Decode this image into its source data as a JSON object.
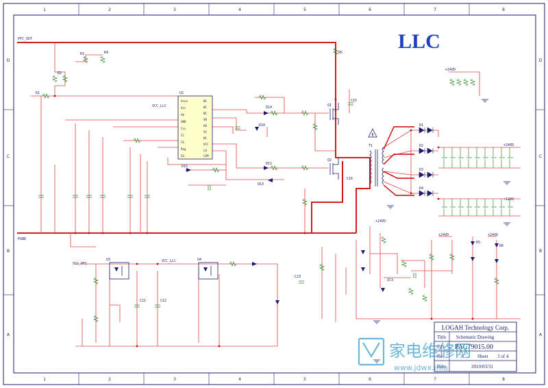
{
  "title": "LLC",
  "border": {
    "columns": [
      "1",
      "2",
      "3",
      "4",
      "5",
      "6",
      "7",
      "8"
    ],
    "rows": [
      "D",
      "C",
      "B",
      "A"
    ]
  },
  "net_labels": {
    "pfc_out": "PFC_OUT",
    "pgnd": "PGND",
    "vcc_ic": "VCC_LLC",
    "vcc_pfc": "VCC_PFC",
    "vcc_llc2": "VCC_LLC",
    "plus24v": "+24VD",
    "plus12v": "+12VD"
  },
  "ic": {
    "ref": "U2",
    "pins_left": [
      "Vsen",
      "Vcc",
      "Vb",
      "GND",
      "Css",
      "CC",
      "CS",
      "Reg",
      "SS"
    ],
    "pins_right": [
      "NC",
      "NC",
      "NC",
      "VB",
      "HO",
      "VS",
      "NC",
      "VCC",
      "LO",
      "COM"
    ]
  },
  "components": {
    "q1": "Q1",
    "q2": "Q2",
    "t1": "T1",
    "c15": "C15",
    "c16": "C16",
    "r1": "R1",
    "r2": "R2",
    "r3": "R3",
    "r4": "R4",
    "r5": "R5",
    "d1": "D1",
    "d2": "D2",
    "d3": "D3",
    "d4": "D4",
    "d5": "D5",
    "d6": "D6",
    "d10": "D10",
    "d11": "D11",
    "d13": "D13",
    "d14": "D14",
    "d15": "D15",
    "u3": "U3",
    "u4": "U4",
    "ic3": "IC3",
    "c21": "C21",
    "c22": "C22",
    "c23": "C23"
  },
  "title_block": {
    "company": "LOGAH Technology Corp.",
    "title_label": "Title",
    "title_value": "Schematic Drawing",
    "pn_label": "P/N",
    "pn_value": "PAC79015.00",
    "rev_label": "Rev.",
    "rev_value": "3C",
    "sheet_label": "Sheet",
    "sheet_value": "3 of 4",
    "date_label": "Date",
    "date_value": "2010/03/31"
  },
  "watermark": {
    "text": "家电维修网",
    "url": "www.jdwx.info"
  },
  "colors": {
    "wire": "#e04040",
    "power": "#cc0000",
    "ink": "#1a1a6e",
    "green": "#2e8b2e",
    "blue": "#1f3fbf",
    "watermark": "#3aa0c8"
  }
}
